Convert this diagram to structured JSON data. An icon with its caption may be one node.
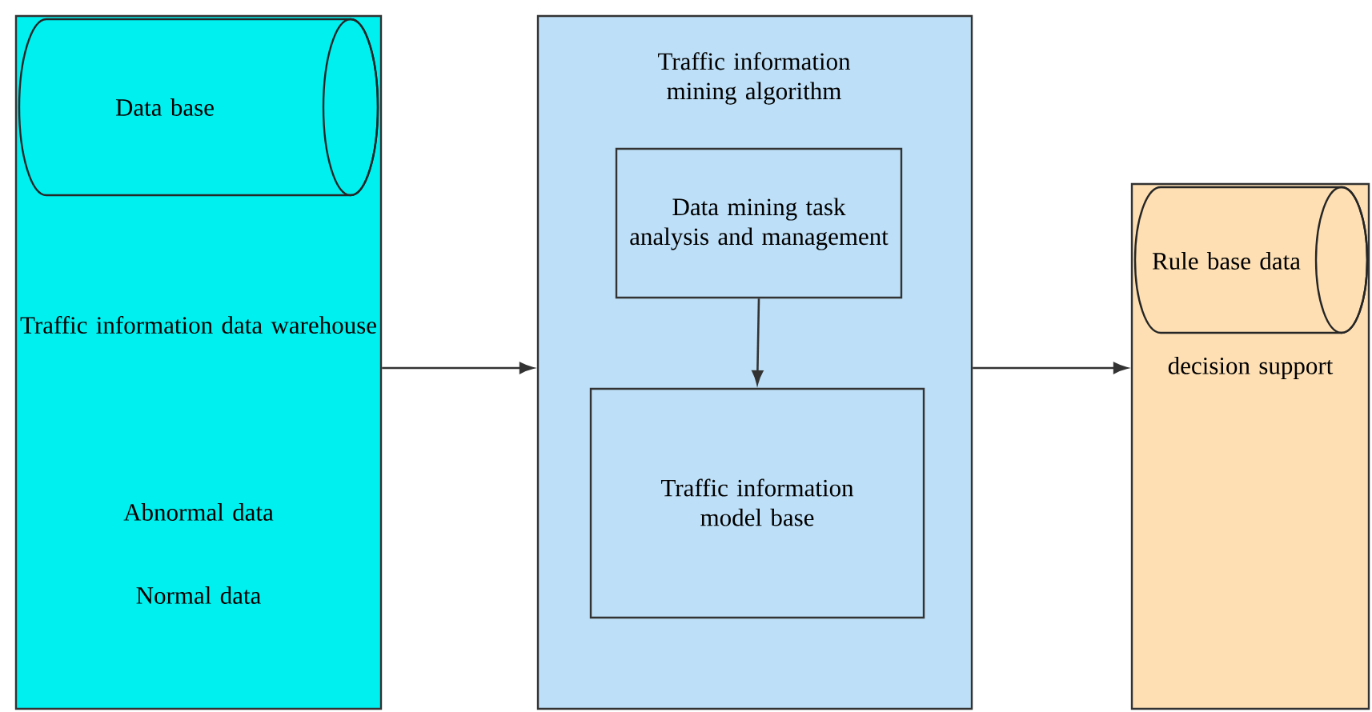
{
  "diagram": {
    "nodes": [
      {
        "text": [
          "Traffic information data warehouse",
          "Abnormal data",
          "Normal data"
        ]
      },
      {
        "text": [
          "Data base"
        ],
        "in": 0
      },
      {
        "text": [
          "Traffic information mining algorithm"
        ]
      },
      {
        "text": [
          "Data mining task analysis and management"
        ],
        "in": 2
      },
      {
        "text": [
          "Traffic information model base"
        ],
        "in": 2
      },
      {
        "text": [
          "decision support"
        ]
      },
      {
        "text": [
          "Rule base data"
        ],
        "in": 5
      }
    ],
    "edges": [
      {
        "from": 0,
        "to": 2,
        "arrow": "to"
      },
      {
        "from": 3,
        "to": 4,
        "arrow": "to"
      },
      {
        "from": 2,
        "to": 5,
        "arrow": "to"
      }
    ]
  }
}
